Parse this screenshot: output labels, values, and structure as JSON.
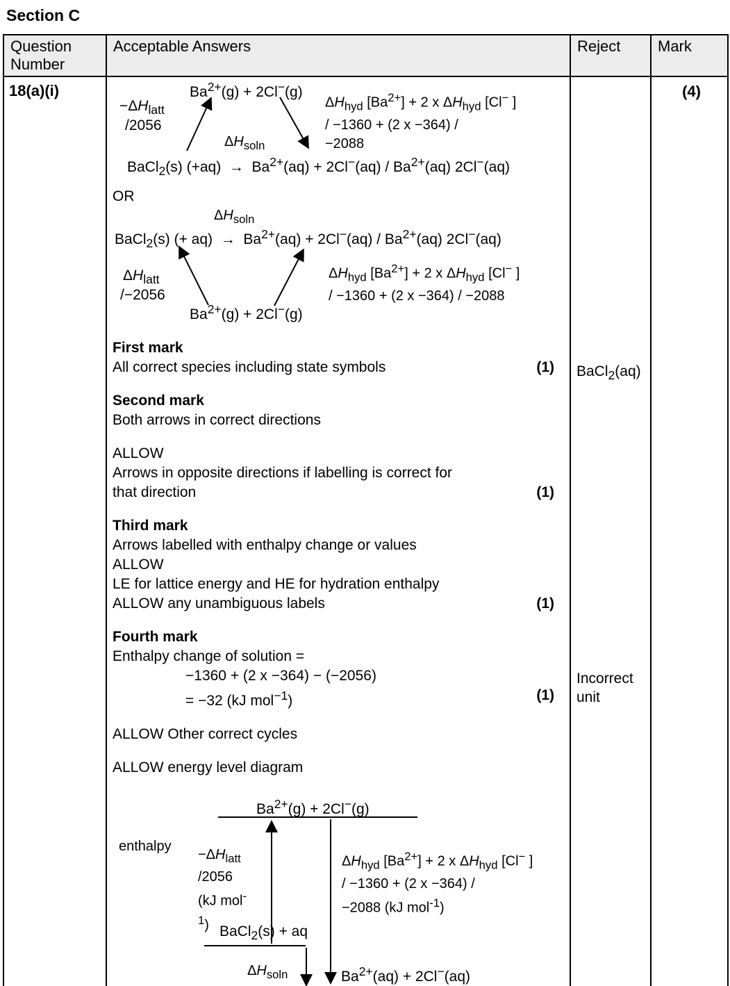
{
  "section_title": "Section C",
  "headers": {
    "question": "Question\nNumber",
    "answers": "Acceptable Answers",
    "reject": "Reject",
    "mark": "Mark"
  },
  "question_number": "18(a)(i)",
  "mark_total": "(4)",
  "reject": {
    "item1": "BaCl<sub>2</sub>(aq)",
    "item2": "Incorrect unit"
  },
  "cycle1": {
    "top_species": "Ba<sup>2+</sup>(g) + 2Cl<sup>−</sup>(g)",
    "latt_line1": "−Δ<i>H</i><sub>latt</sub>",
    "latt_line2": "/2056",
    "soln_label": "Δ<i>H</i><sub>soln</sub>",
    "hyd_line1": "Δ<i>H</i><sub>hyd</sub> [Ba<sup>2+</sup>] + 2 x Δ<i>H</i><sub>hyd</sub> [Cl<sup>−</sup> ]",
    "hyd_line2": "/ −1360 + (2 x −364) /",
    "hyd_line3": "−2088",
    "bottom_line": "BaCl<sub>2</sub>(s) (+aq)&nbsp;&nbsp;→&nbsp;&nbsp;Ba<sup>2+</sup>(aq) + 2Cl<sup>−</sup>(aq) / Ba<sup>2+</sup>(aq) 2Cl<sup>−</sup>(aq)"
  },
  "or_label": "OR",
  "cycle2": {
    "soln_label": "Δ<i>H</i><sub>soln</sub>",
    "top_line": "BaCl<sub>2</sub>(s) (+ aq)&nbsp;&nbsp;→&nbsp;&nbsp;Ba<sup>2+</sup>(aq) + 2Cl<sup>−</sup>(aq) / Ba<sup>2+</sup>(aq) 2Cl<sup>−</sup>(aq)",
    "latt_line1": "Δ<i>H</i><sub>latt</sub>",
    "latt_line2": "/−2056",
    "hyd_line1": "Δ<i>H</i><sub>hyd</sub> [Ba<sup>2+</sup>] + 2 x Δ<i>H</i><sub>hyd</sub> [Cl<sup>−</sup> ]",
    "hyd_line2": "/ −1360 + (2 x −364) / −2088",
    "bottom_species": "Ba<sup>2+</sup>(g) + 2Cl<sup>−</sup>(g)"
  },
  "first_mark": {
    "title": "First mark",
    "line1": "All correct species including state symbols",
    "mark": "(1)"
  },
  "second_mark": {
    "title": "Second mark",
    "line1": "Both arrows in correct directions"
  },
  "allow_block1": {
    "line1": "ALLOW",
    "line2": "Arrows in opposite directions if labelling is correct for",
    "line3": "that direction",
    "mark": "(1)"
  },
  "third_mark": {
    "title": "Third mark",
    "line1": "Arrows labelled with enthalpy change or values",
    "line2": "ALLOW",
    "line3": "LE for lattice energy and HE for hydration enthalpy",
    "line4": "ALLOW any unambiguous labels",
    "mark": "(1)"
  },
  "fourth_mark": {
    "title": "Fourth mark",
    "line1": "Enthalpy change of solution =",
    "line2": "−1360 + (2 x −364) − (−2056)",
    "line3": "= −32 (kJ mol<sup>−1</sup>)",
    "mark": "(1)"
  },
  "allow_cycles": "ALLOW Other correct cycles",
  "allow_diagram": "ALLOW energy level diagram",
  "diagram": {
    "top_species": "Ba<sup>2+</sup>(g) + 2Cl<sup>−</sup>(g)",
    "axis_label": "enthalpy",
    "latt_line1": "−Δ<i>H</i><sub>latt</sub>",
    "latt_line2": "/2056",
    "latt_line3": "(kJ mol<sup>-</sup>",
    "latt_line4": "<sup>1</sup>)",
    "hyd_line1": "Δ<i>H</i><sub>hyd</sub> [Ba<sup>2+</sup>] + 2 x Δ<i>H</i><sub>hyd</sub> [Cl<sup>−</sup> ]",
    "hyd_line2": "/ −1360 + (2 x −364) /",
    "hyd_line3": "−2088 (kJ mol<sup>-1</sup>)",
    "mid_species": "BaCl<sub>2</sub>(s) + aq",
    "soln_label": "Δ<i>H</i><sub>soln</sub>",
    "bottom_species": "Ba<sup>2+</sup>(aq) + 2Cl<sup>−</sup>(aq)"
  }
}
